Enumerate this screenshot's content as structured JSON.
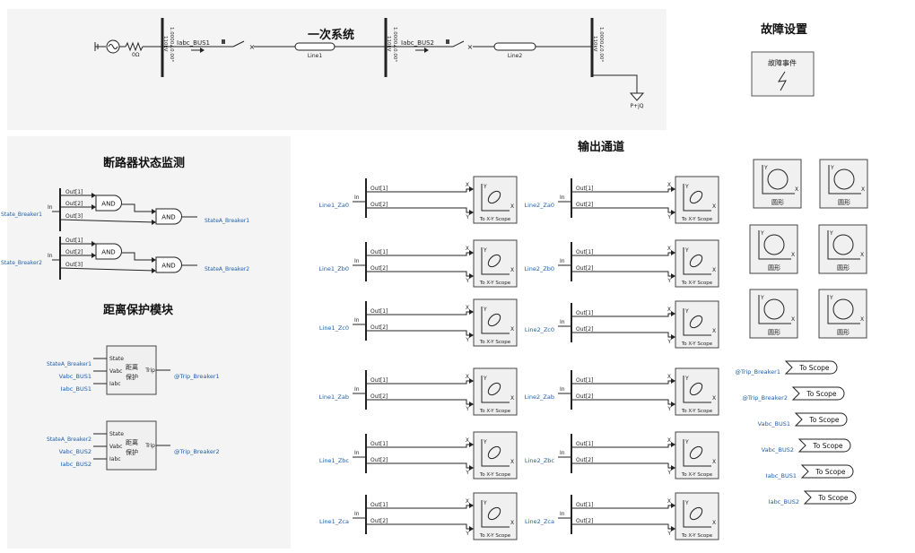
{
  "sections": {
    "primary_system": "一次系统",
    "fault_settings": "故障设置",
    "breaker_monitor": "断路器状态监测",
    "distance_protection": "距离保护模块",
    "output_channels": "输出通道"
  },
  "primary": {
    "source_res": "0Ω",
    "bus1_meter": "Iabc_BUS1",
    "bus2_meter": "Iabc_BUS2",
    "line1": "Line1",
    "line2": "Line2",
    "bus_label": "1.0000∠0.00°",
    "bus_kv": "110kV",
    "load": "P+jQ"
  },
  "fault": {
    "label": "故障事件"
  },
  "breaker": {
    "out1": "Out[1]",
    "out2": "Out[2]",
    "out3": "Out[3]",
    "in": "In",
    "and": "AND",
    "in1": "State_Breaker1",
    "in2": "State_Breaker2",
    "res1": "StateA_Breaker1",
    "res2": "StateA_Breaker2"
  },
  "distance": {
    "port_state": "State",
    "port_vabc": "Vabc",
    "port_iabc": "Iabc",
    "port_trip": "Trip",
    "block_label": "距离保护",
    "d1": {
      "state": "StateA_Breaker1",
      "vabc": "Vabc_BUS1",
      "iabc": "Iabc_BUS1",
      "trip": "@Trip_Breaker1"
    },
    "d2": {
      "state": "StateA_Breaker2",
      "vabc": "Vabc_BUS2",
      "iabc": "Iabc_BUS2",
      "trip": "@Trip_Breaker2"
    }
  },
  "outputs": {
    "out1": "Out[1]",
    "out2": "Out[2]",
    "in": "In",
    "scope": "To X-Y Scope",
    "rows": [
      {
        "left": "Line1_Za0",
        "right": "Line2_Za0"
      },
      {
        "left": "Line1_Zb0",
        "right": "Line2_Zb0"
      },
      {
        "left": "Line1_Zc0",
        "right": "Line2_Zc0"
      },
      {
        "left": "Line1_Zab",
        "right": "Line2_Zab"
      },
      {
        "left": "Line1_Zbc",
        "right": "Line2_Zbc"
      },
      {
        "left": "Line1_Zca",
        "right": "Line2_Zca"
      }
    ]
  },
  "circles": {
    "label": "圆形",
    "x": "X",
    "y": "Y"
  },
  "scope_tags": {
    "items": [
      "@Trip_Breaker1",
      "@Trip_Breaker2",
      "Vabc_BUS1",
      "Vabc_BUS2",
      "Iabc_BUS1",
      "Iabc_BUS2"
    ],
    "label": "To Scope"
  },
  "colors": {
    "blue": "#1f5faa",
    "line": "#222222"
  }
}
